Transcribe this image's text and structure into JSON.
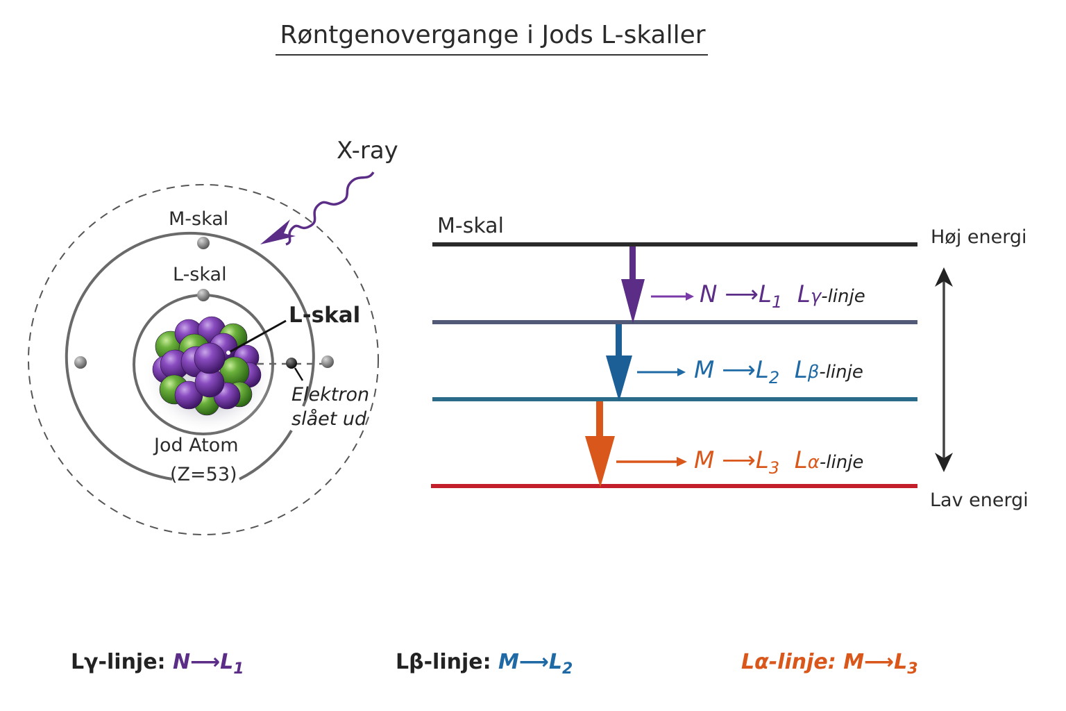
{
  "title": "Røntgenovergange i Jods L-skaller",
  "colors": {
    "gamma": "#5b2d86",
    "beta": "#1f6aa5",
    "alpha": "#d9571a",
    "level_M": "#2a2a2a",
    "level_L1": "#525a78",
    "level_L2": "#2a6b8a",
    "level_L3": "#c21f2b",
    "orbit": "#6a6a6a",
    "nucleon_purple": "#6a2f9e",
    "nucleon_green": "#4f9a2e"
  },
  "atom": {
    "xray_label": "X-ray",
    "m_shell_label": "M-skal",
    "l_shell_label": "L-skal",
    "l_shell_pointer_label": "L-skal",
    "ejected_label_line1": "Elektron",
    "ejected_label_line2": "slået ud",
    "atom_name": "Jod Atom",
    "atomic_number": "(Z=53)"
  },
  "energy_diagram": {
    "top_level_label": "M-skal",
    "high_energy_label": "Høj energi",
    "low_energy_label": "Lav energi",
    "transitions": [
      {
        "from": "N",
        "to": "L",
        "to_sub": "1",
        "line_prefix": "L",
        "greek": "γ",
        "line_suffix": "-linje",
        "color_key": "gamma"
      },
      {
        "from": "M",
        "to": "L",
        "to_sub": "2",
        "line_prefix": "L",
        "greek": "β",
        "line_suffix": "-linje",
        "color_key": "beta"
      },
      {
        "from": "M",
        "to": "L",
        "to_sub": "3",
        "line_prefix": "L",
        "greek": "α",
        "line_suffix": "-linje",
        "color_key": "alpha"
      }
    ],
    "arrow_glyph": "⟶"
  },
  "legend": [
    {
      "name": "Lγ-linje:",
      "from": "N",
      "to": "L",
      "sub": "1"
    },
    {
      "name": "Lβ-linje:",
      "from": "M",
      "to": "L",
      "sub": "2"
    },
    {
      "name": "Lα-linje:",
      "from": "M",
      "to": "L",
      "sub": "3"
    }
  ]
}
